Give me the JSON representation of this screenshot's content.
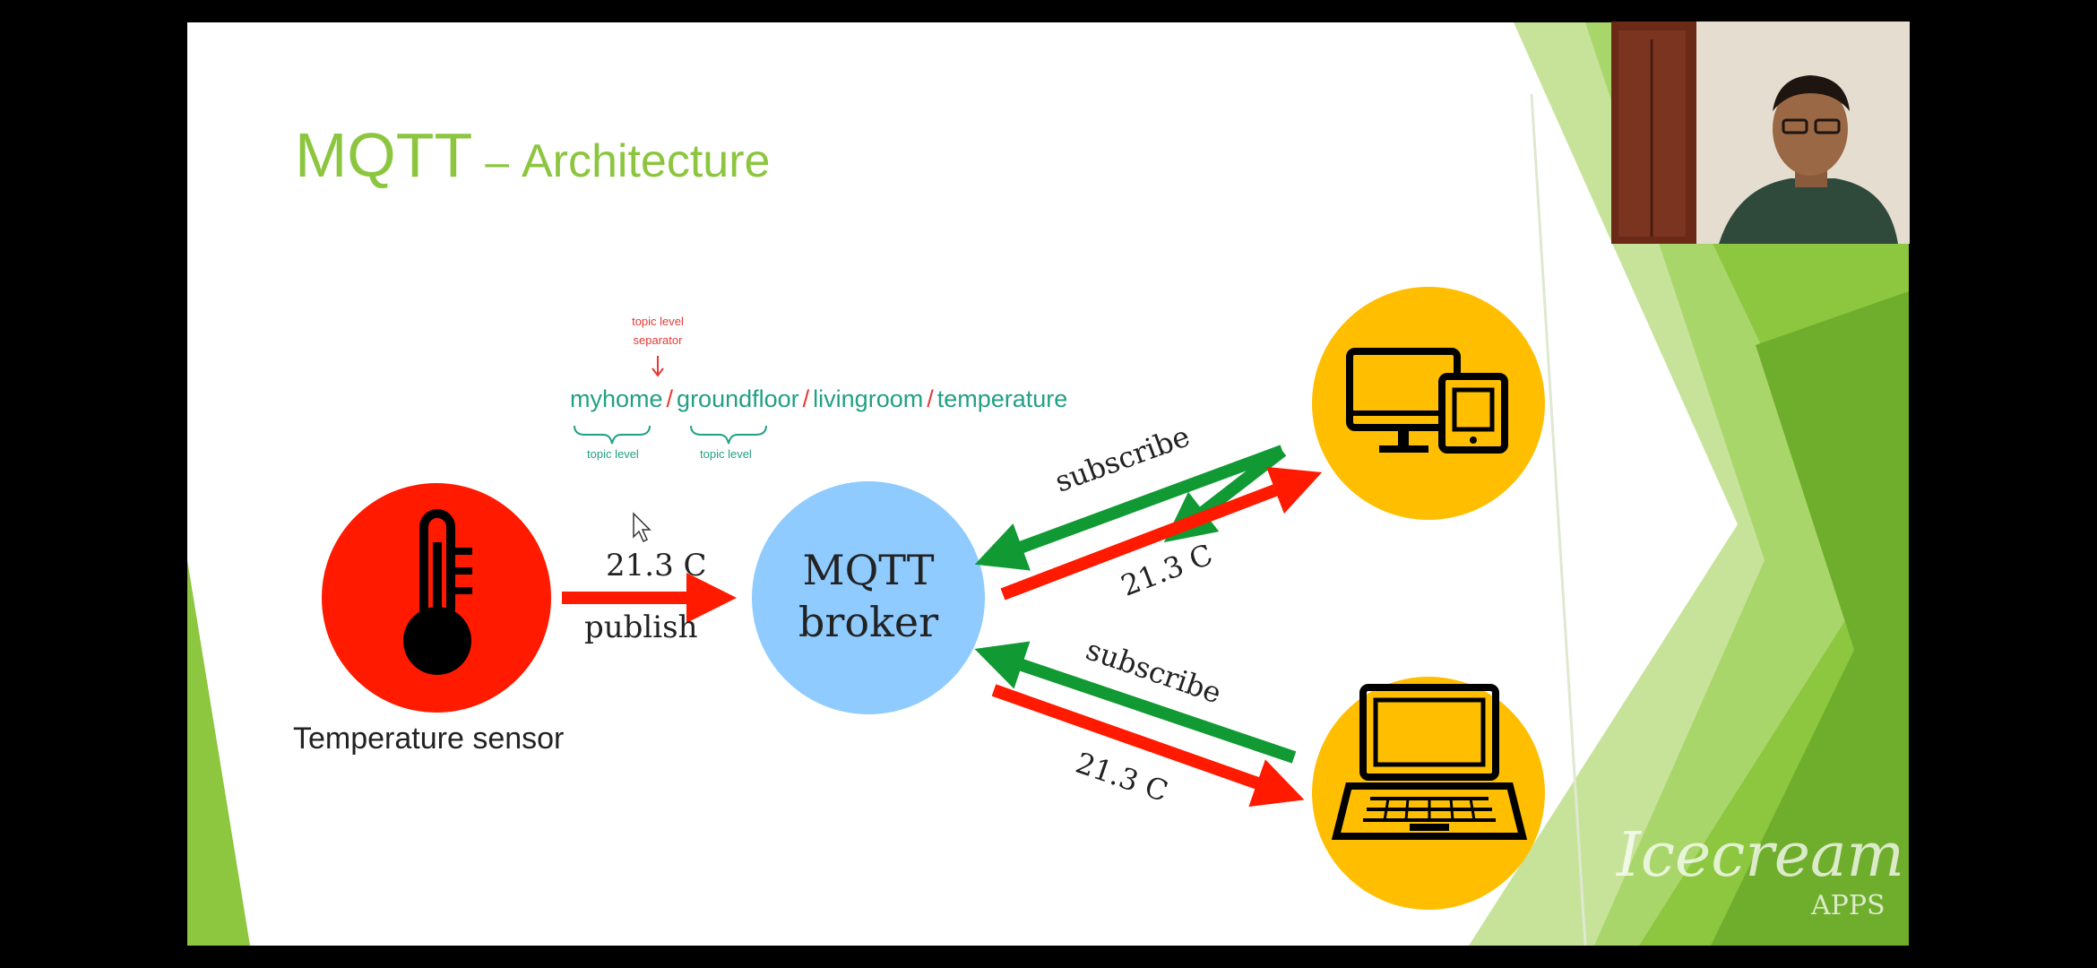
{
  "title": {
    "main": "MQTT",
    "separator": "–",
    "sub": "Architecture"
  },
  "topic": {
    "levels": [
      "myhome",
      "groundfloor",
      "livingroom",
      "temperature"
    ],
    "separator": "/",
    "separator_label_line1": "topic level",
    "separator_label_line2": "separator",
    "level_label": "topic level"
  },
  "sensor": {
    "caption": "Temperature sensor",
    "icon": "thermometer-icon",
    "color": "#ff1a00"
  },
  "publish": {
    "value": "21.3 C",
    "action": "publish"
  },
  "broker": {
    "line1": "MQTT",
    "line2": "broker",
    "color": "#8fcbff"
  },
  "subscriber_top": {
    "icon": "desktop-tablet-icon",
    "action": "subscribe",
    "value": "21.3 C",
    "color": "#ffbf00"
  },
  "subscriber_bottom": {
    "icon": "laptop-icon",
    "action": "subscribe",
    "value": "21.3 C",
    "color": "#ffbf00"
  },
  "colors": {
    "title": "#8cc63f",
    "topic": "#22a085",
    "separator": "#e53935",
    "arrow_publish": "#ff1a00",
    "arrow_subscribe": "#119933"
  },
  "watermark": {
    "brand": "Icecream",
    "sub": "APPS"
  }
}
